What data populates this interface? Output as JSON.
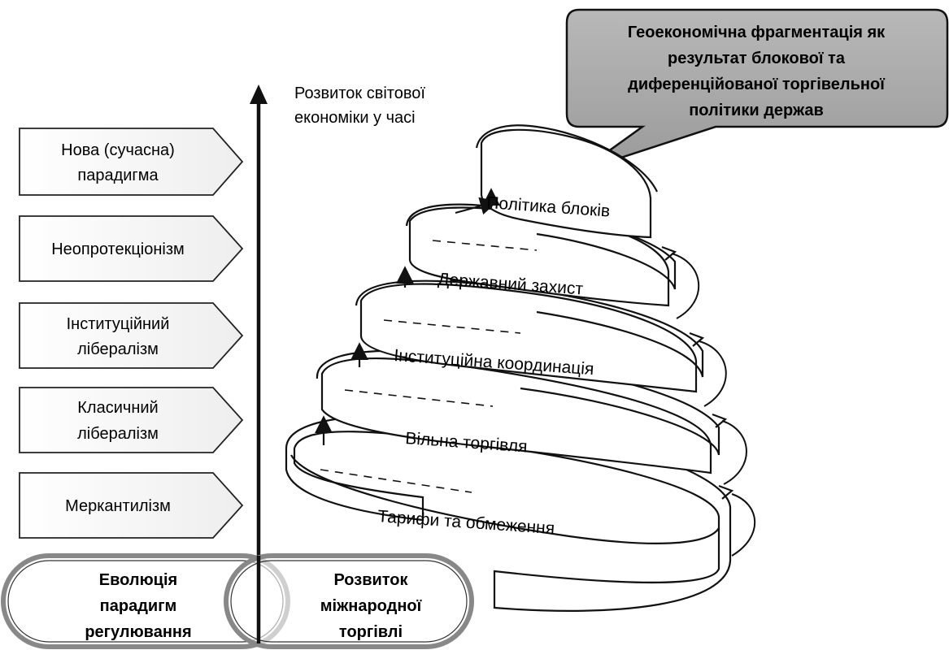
{
  "axis": {
    "label_line1": "Розвиток світової",
    "label_line2": "економіки у часі"
  },
  "callout": {
    "line1": "Геоекономічна фрагментація як",
    "line2": "результат блокової та",
    "line3": "диференційованої торгівельної",
    "line4": "політики держав"
  },
  "paradigms": [
    {
      "line1": "Нова (сучасна)",
      "line2": "парадигма"
    },
    {
      "line1": "Неопротекціонізм",
      "line2": ""
    },
    {
      "line1": "Інституційний",
      "line2": "лібералізм"
    },
    {
      "line1": "Класичний",
      "line2": "лібералізм"
    },
    {
      "line1": "Меркантилізм",
      "line2": ""
    }
  ],
  "spiral": [
    "Політика блоків",
    "Державний захист",
    "Інституційна координація",
    "Вільна торгівля",
    "Тарифи та обмеження"
  ],
  "bottom": {
    "left_line1": "Еволюція",
    "left_line2": "парадигм",
    "left_line3": "регулювання",
    "right_line1": "Розвиток",
    "right_line2": "міжнародної",
    "right_line3": "торгівлі"
  }
}
